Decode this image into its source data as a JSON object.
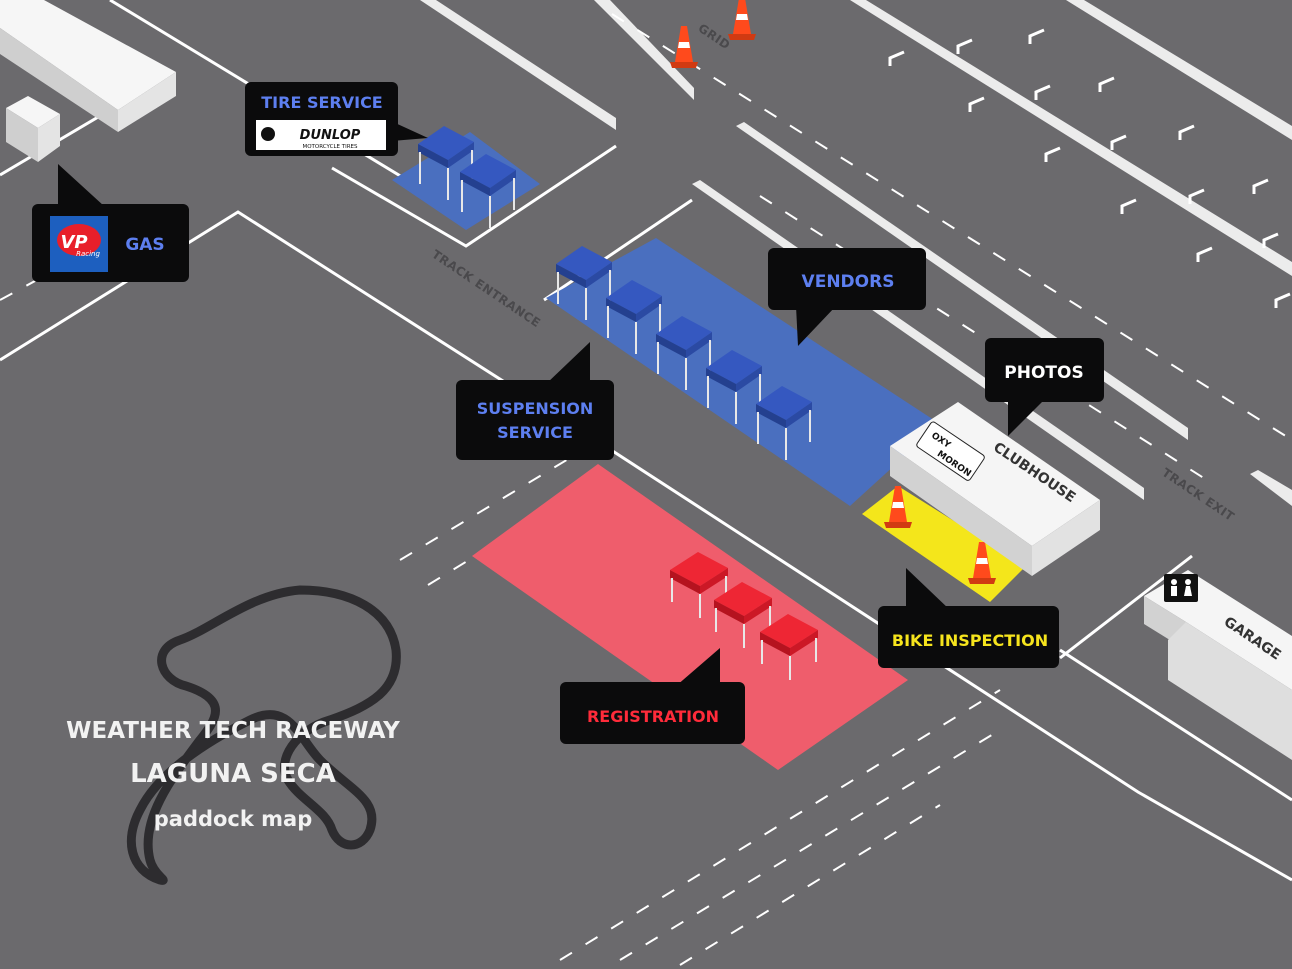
{
  "title": {
    "line1": "WEATHER TECH RACEWAY",
    "line2": "LAGUNA SECA",
    "line3": "paddock map"
  },
  "roads": {
    "grid": "GRID",
    "track_entrance": "TRACK ENTRANCE",
    "track_exit": "TRACK EXIT"
  },
  "callouts": {
    "tire_service": "TIRE SERVICE",
    "gas": "GAS",
    "vendors": "VENDORS",
    "suspension_line1": "SUSPENSION",
    "suspension_line2": "SERVICE",
    "photos": "PHOTOS",
    "bike_inspection": "BIKE INSPECTION",
    "registration": "REGISTRATION"
  },
  "buildings": {
    "clubhouse": "CLUBHOUSE",
    "garage": "GARAGE"
  },
  "logos": {
    "dunlop_name": "DUNLOP",
    "dunlop_sub": "MOTORCYCLE TIRES",
    "vp_text": "VP",
    "vp_sub": "Racing",
    "oxymoron_1": "OXY",
    "oxymoron_2": "MORON"
  },
  "icons": {
    "restroom": "restroom-icon",
    "cone": "traffic-cone-icon",
    "track": "track-outline-icon"
  },
  "colors": {
    "ground": "#6b6a6d",
    "blue_zone": "#4a6fbf",
    "blue_tent": "#2f4ea8",
    "red_zone": "#ef5d6c",
    "red_tent": "#e1202e",
    "yellow_zone": "#f4e61b",
    "callout_bg": "#0b0b0c",
    "callout_blue_text": "#5d7ff0",
    "callout_red_text": "#ff2b3a",
    "callout_yellow_text": "#f6e41d"
  }
}
